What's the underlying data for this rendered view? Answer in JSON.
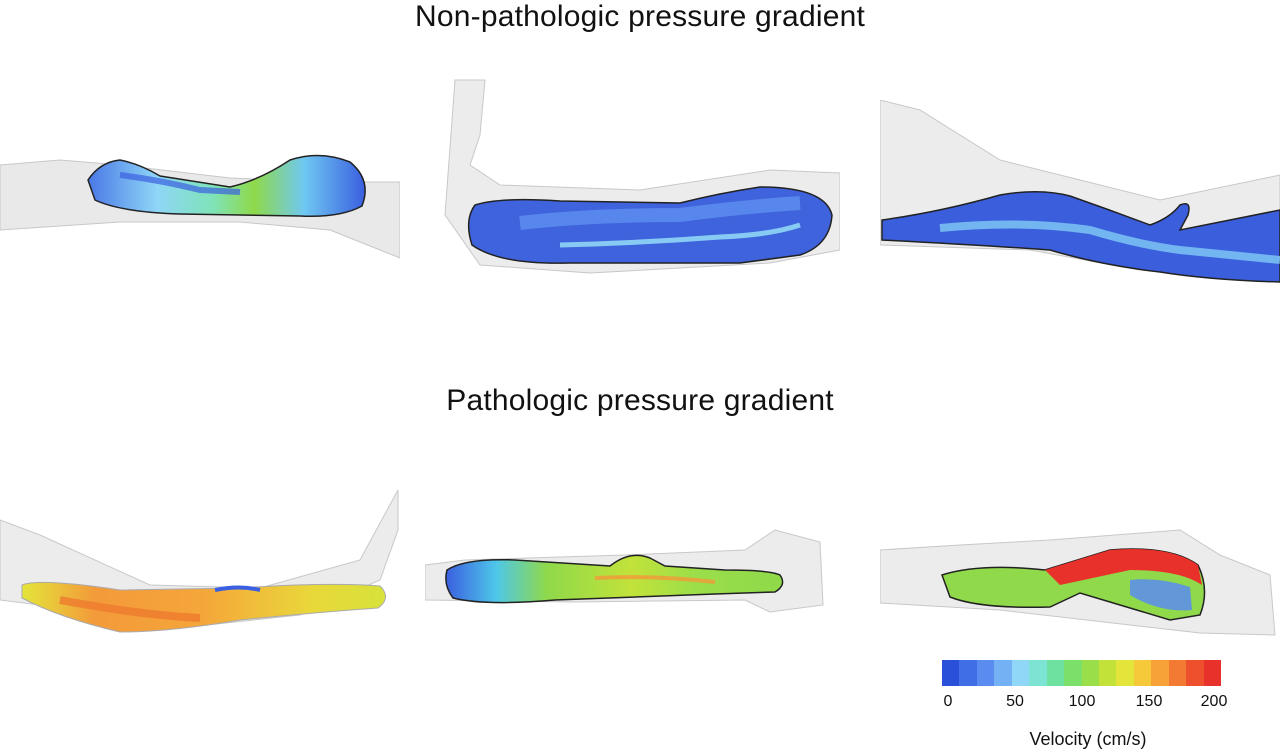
{
  "headings": {
    "top": "Non-pathologic pressure gradient",
    "bottom": "Pathologic pressure gradient"
  },
  "legend": {
    "title": "Velocity (cm/s)",
    "ticks": [
      "0",
      "50",
      "100",
      "150",
      "200"
    ],
    "range": [
      0,
      200
    ],
    "colors": [
      "#2a4fd8",
      "#3f6ee6",
      "#5a8cf0",
      "#74b0f4",
      "#8fd6f7",
      "#7de3d3",
      "#6ee0a0",
      "#7be06a",
      "#9ade4a",
      "#c2e23a",
      "#e4e53a",
      "#f6c93a",
      "#f7a236",
      "#f37a32",
      "#ee4f2d",
      "#e8312a"
    ]
  },
  "colors": {
    "vessel_shell": "#e9e9ea",
    "vessel_edge": "#b8b8b8",
    "low": "#3a5fe0",
    "mid": "#8fd6f7",
    "green": "#8fd94a",
    "yellow": "#e4e53a",
    "orange": "#f39a3a",
    "red": "#e8312a"
  }
}
